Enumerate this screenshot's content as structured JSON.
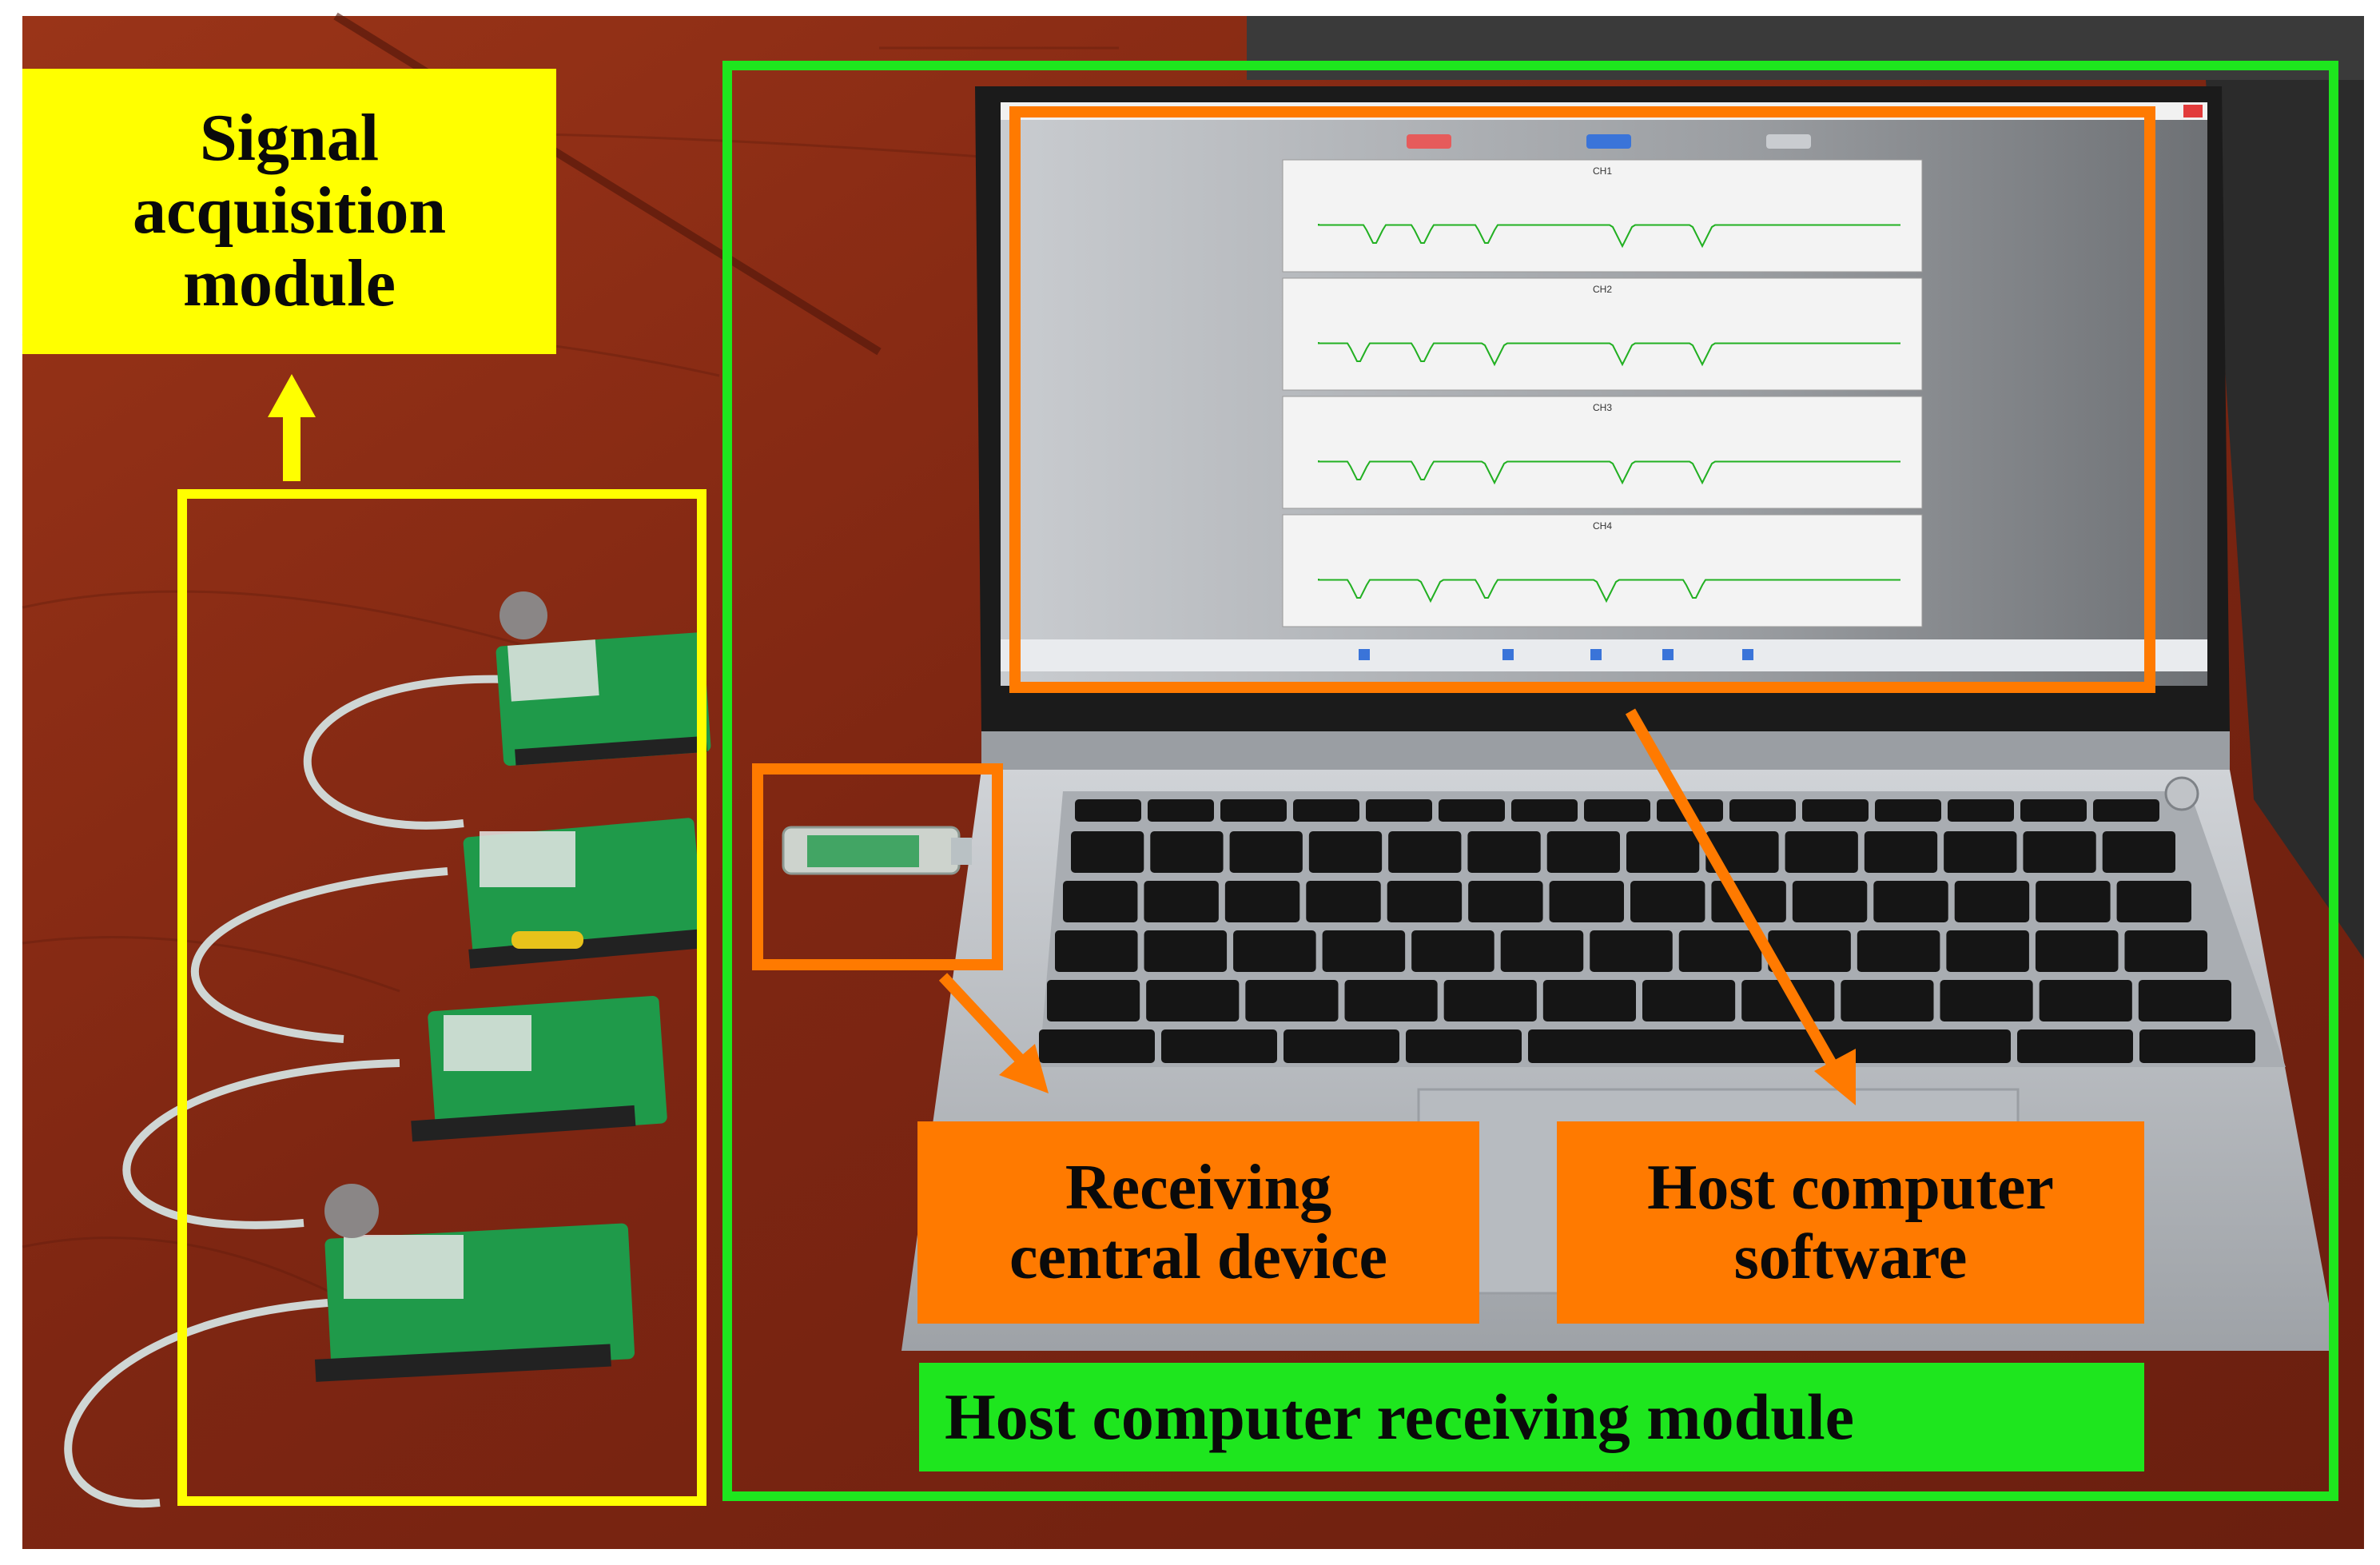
{
  "labels": {
    "signal_acquisition": [
      "Signal",
      "acquisition",
      "module"
    ],
    "receiving_device": [
      "Receiving",
      "central device"
    ],
    "host_software": [
      "Host computer",
      "software"
    ],
    "host_receiving": "Host computer receiving module"
  },
  "screen": {
    "channels": [
      "CH1",
      "CH2",
      "CH3",
      "CH4"
    ]
  },
  "colors": {
    "yellow_frame": "#ffff00",
    "green_frame": "#1ee61e",
    "orange_frame": "#ff7a00",
    "table_wood": "#8a2a14",
    "laptop_silver": "#bfc2c6",
    "pcb_green": "#1f9a4a",
    "signal_trace": "#22b022"
  },
  "icons": [
    "usb-dongle-icon",
    "sensor-board-icon",
    "laptop-icon",
    "arrow-up-icon",
    "arrow-diagonal-icon"
  ]
}
